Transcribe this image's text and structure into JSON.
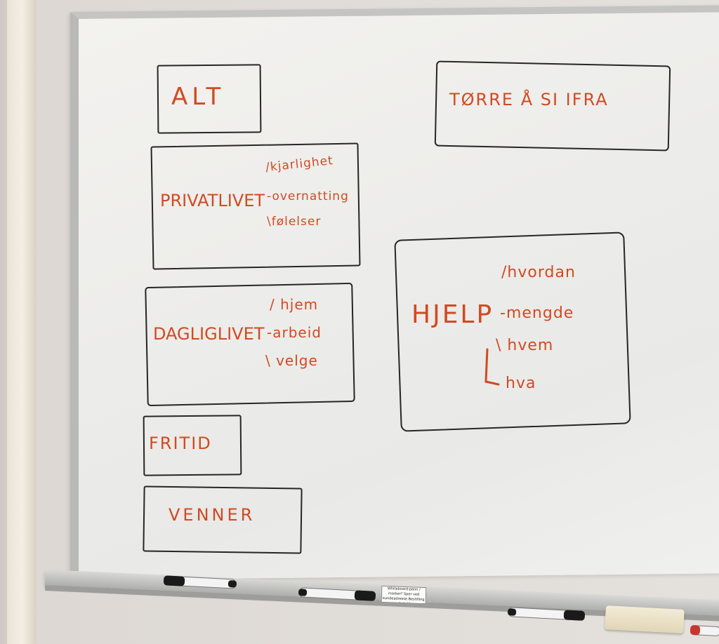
{
  "board": {
    "alt": "ALT",
    "torre": "TØRRE Å SI IFRA",
    "privatlivet": {
      "title": "PRIVATLIVET",
      "branches": [
        "/kjarlighet",
        "-overnatting",
        "\\følelser"
      ]
    },
    "dagliglivet": {
      "title": "DAGLIGLIVET",
      "branches": [
        "/ hjem",
        "-arbeid",
        "\\ velge"
      ]
    },
    "fritid": "FRITID",
    "venner": "VENNER",
    "hjelp": {
      "title": "HJELP",
      "branches": [
        "/hvordan",
        "-mengde",
        "\\ hvem",
        "hva"
      ]
    }
  },
  "tray": {
    "label": "Whiteboard-penn / marker? Sper ved kundeadresse Bestilling - 4 stykk"
  },
  "colors": {
    "ink": "#d14a21",
    "outline": "#262626",
    "board": "#ececea"
  }
}
